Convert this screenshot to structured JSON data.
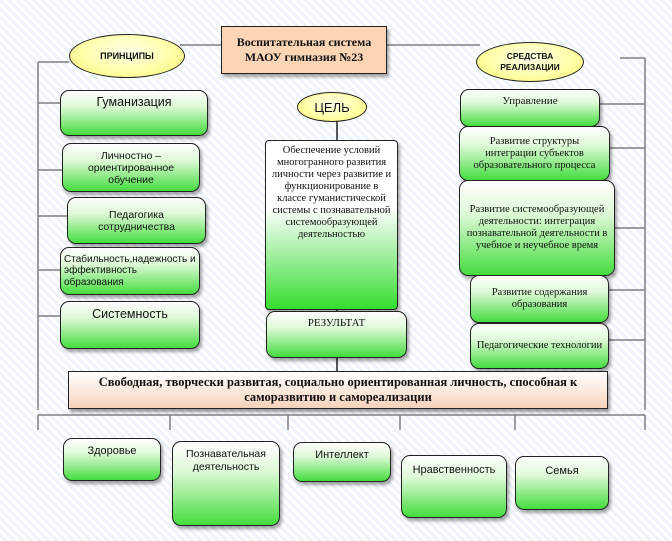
{
  "title": {
    "line1": "Воспитательная система",
    "line2": "МАОУ гимназия №23"
  },
  "principles_label": "ПРИНЦИПЫ",
  "means_label_line1": "СРЕДСТВА",
  "means_label_line2": "РЕАЛИЗАЦИИ",
  "goal_label": "ЦЕЛЬ",
  "goal_text": "Обеспечение условий многогранного развития личности через развитие и функционирование в классе гуманистической системы с познавательной системообразующей деятельностью",
  "result_label": "РЕЗУЛЬТАТ",
  "outcome_text": "Свободная, творчески развитая, социально ориентированная личность, способная к саморазвитию и самореализации",
  "principles": [
    "Гуманизация",
    "Личностно – ориентированное обучение",
    "Педагогика сотрудничества",
    "Стабильность,надежность и эффективность образования",
    "Системность"
  ],
  "means": [
    "Управление",
    "Развитие структуры интеграции субъектов образовательного процесса",
    "Развитие системообразующей деятельности: интеграция познавательной деятельности в учебное и неучебное время",
    "Развитие содержания образования",
    "Педагогические технологии"
  ],
  "outcomes": [
    "Здоровье",
    "Познавательная деятельность",
    "Интеллект",
    "Нравственность",
    "Семья"
  ],
  "colors": {
    "title_fill": "#fcd5b5",
    "ellipse_fill": "#ffffaa",
    "box_gradient_bottom": "#44dd3e",
    "outcome_fill": "#f5d1bb",
    "line": "#7f7f7f"
  }
}
